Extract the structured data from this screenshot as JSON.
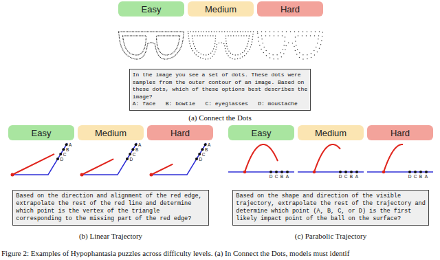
{
  "diagram": {
    "caption": "Figure 2: Examples of Hypophantasia puzzles across difficulty levels. (a) In Connect the Dots, models must identif",
    "nodes": [
      {
        "text": [
          "Easy"
        ]
      },
      {
        "text": [
          "Medium"
        ]
      },
      {
        "text": [
          "Hard"
        ]
      },
      {
        "text": [
          "In the image you see a set of dots. These dots were samples from the outer contour of an image. Based on these dots, which of these options best describes the image?",
          "A: face   B: bowtie   C: eyeglasses   D: moustache"
        ]
      },
      {
        "text": [
          "Easy"
        ]
      },
      {
        "text": [
          "Medium"
        ]
      },
      {
        "text": [
          "Hard"
        ]
      },
      {
        "text": [
          "Easy"
        ]
      },
      {
        "text": [
          "Medium"
        ]
      },
      {
        "text": [
          "Hard"
        ]
      },
      {
        "text": [
          "Based on the direction and alignment of the red edge, extrapolate the rest of the red line and determine which point is the vertex of the triangle corresponding to the missing part of the red edge?"
        ]
      },
      {
        "text": [
          "Based on the shape and direction of the visible trajectory, extrapolate the rest of the trajectory and determine which point (A, B, C, or D) is the first likely impact point of the ball on the surface?"
        ]
      }
    ],
    "labels": [
      "(a) Connect the Dots",
      "A",
      "B",
      "C",
      "D",
      "A",
      "B",
      "C",
      "D",
      "A",
      "B",
      "C",
      "D",
      "D",
      "C",
      "B",
      "A",
      "D",
      "C",
      "B",
      "A",
      "D",
      "C",
      "B",
      "A",
      "(b) Linear Trajectory",
      "(c) Parabolic Trajectory"
    ]
  }
}
